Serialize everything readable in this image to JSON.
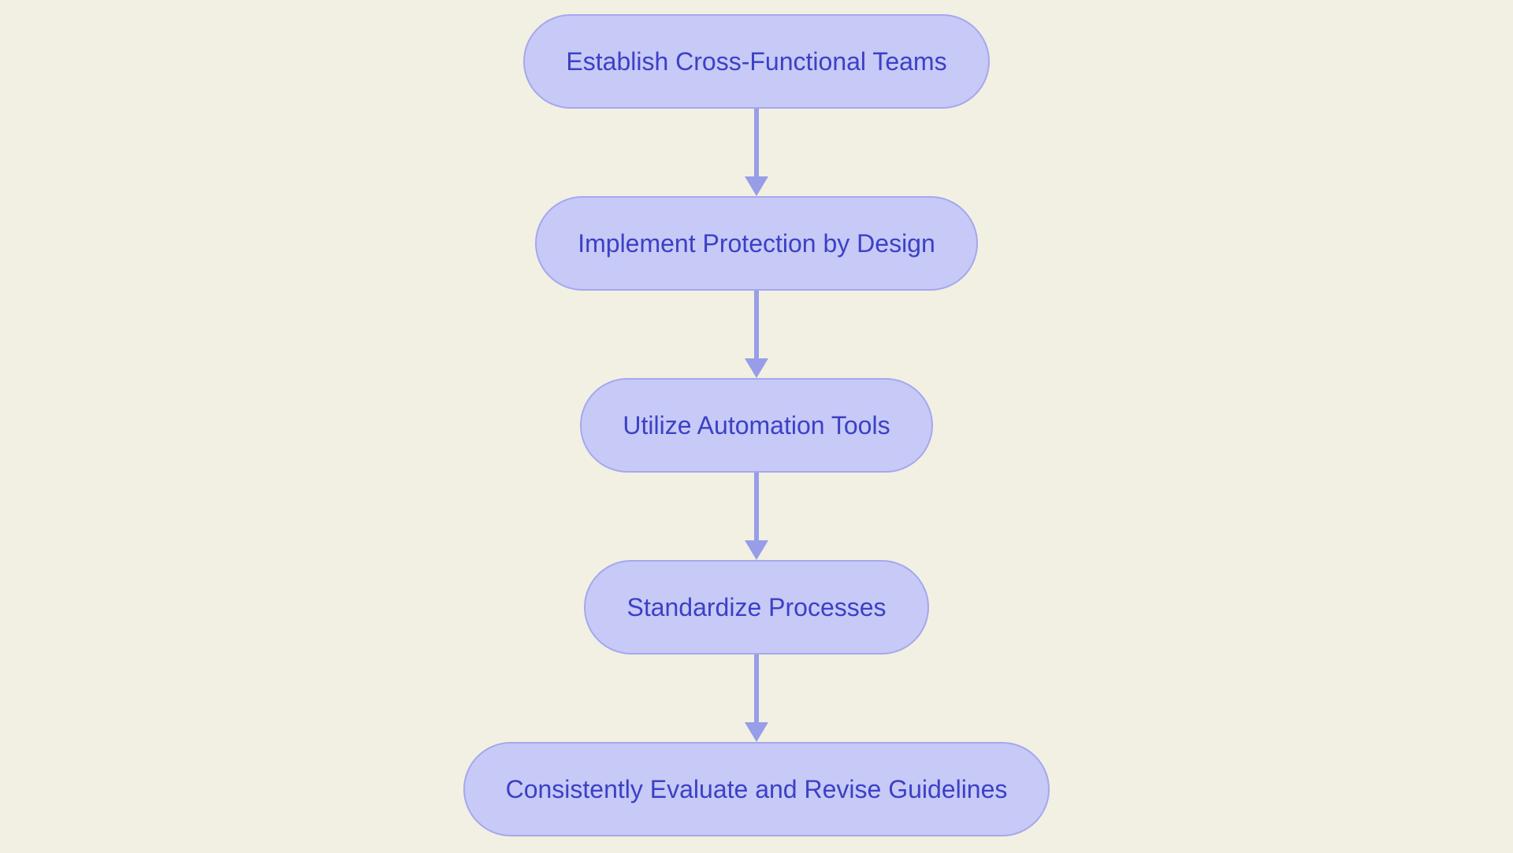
{
  "page": {
    "background_color": "#F1F0E3"
  },
  "diagram": {
    "type": "flowchart",
    "direction": "top-down",
    "colors": {
      "node_fill": "#C7C9F7",
      "node_border": "#A5A8ED",
      "node_text": "#3B41C4",
      "arrow": "#989DE8"
    },
    "nodes": [
      {
        "id": "n1",
        "label": "Establish Cross-Functional Teams"
      },
      {
        "id": "n2",
        "label": "Implement Protection by Design"
      },
      {
        "id": "n3",
        "label": "Utilize Automation Tools"
      },
      {
        "id": "n4",
        "label": "Standardize Processes"
      },
      {
        "id": "n5",
        "label": "Consistently Evaluate and Revise Guidelines"
      }
    ],
    "edges": [
      {
        "from": "n1",
        "to": "n2"
      },
      {
        "from": "n2",
        "to": "n3"
      },
      {
        "from": "n3",
        "to": "n4"
      },
      {
        "from": "n4",
        "to": "n5"
      }
    ]
  }
}
